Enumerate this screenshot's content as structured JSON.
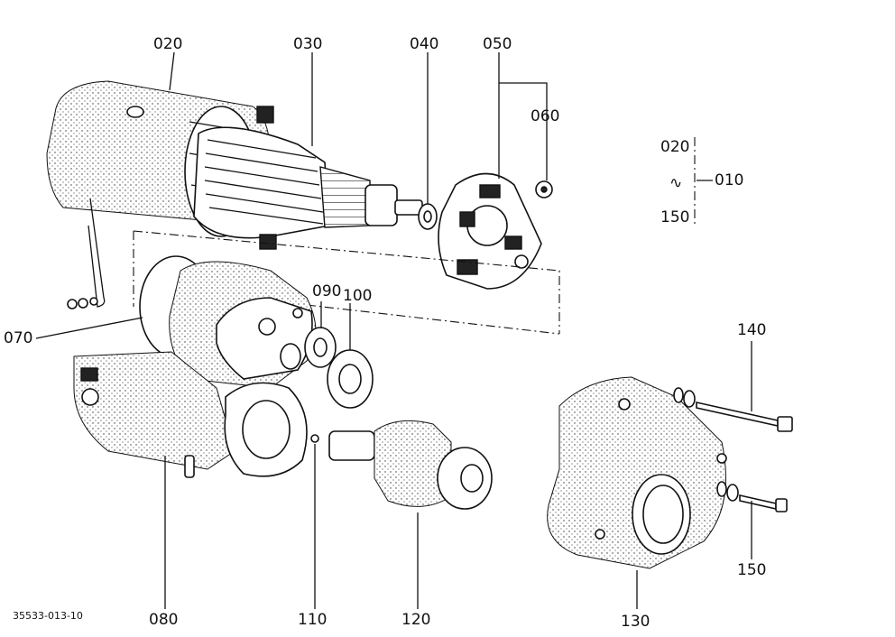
{
  "diagram_code": "35533-013-10",
  "labels": {
    "p010": "010",
    "p020": "020",
    "p030": "030",
    "p040": "040",
    "p050": "050",
    "p060": "060",
    "p070": "070",
    "p080": "080",
    "p090": "090",
    "p100": "100",
    "p110": "110",
    "p120": "120",
    "p130": "130",
    "p140": "140",
    "p150": "150",
    "range_from": "020",
    "range_to": "150",
    "range_sep": "∿"
  }
}
